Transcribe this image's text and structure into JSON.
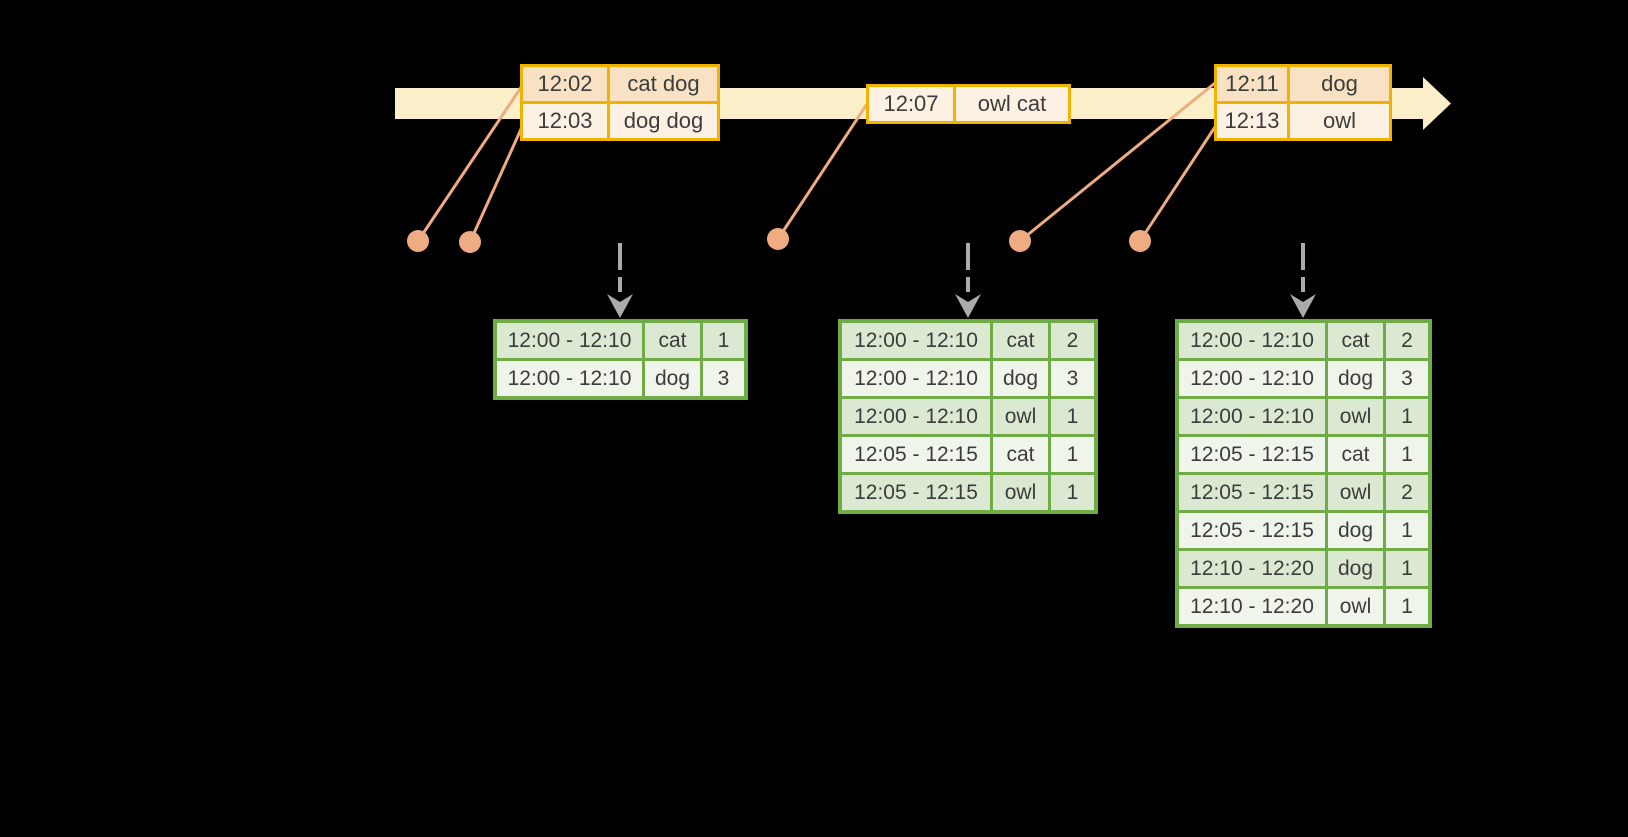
{
  "colors": {
    "background": "#000000",
    "timeline_fill": "#FBEFC9",
    "event_border": "#F2B200",
    "event_row_dark": "#F9E2C4",
    "event_row_light": "#FDF1E3",
    "connector_orange": "#EFAC82",
    "result_border": "#6FAC46",
    "result_row_dark": "#DCE9D2",
    "result_row_light": "#EFF5EB",
    "arrow_gray": "#ABABAB",
    "text": "#3C3C3C"
  },
  "graphics": {
    "timeline_arrow": "timeline-arrow",
    "event_dot": "event-dot",
    "event_connector": "event-connector-line",
    "trigger_arrow": "trigger-arrow-icon",
    "event_dot_count": 5,
    "trigger_arrow_count": 3
  },
  "event_tables": [
    {
      "rows": [
        {
          "time": "12:02",
          "words": "cat dog",
          "shade": "dark"
        },
        {
          "time": "12:03",
          "words": "dog dog",
          "shade": "light"
        }
      ]
    },
    {
      "rows": [
        {
          "time": "12:07",
          "words": "owl cat",
          "shade": "light"
        }
      ]
    },
    {
      "rows": [
        {
          "time": "12:11",
          "words": "dog",
          "shade": "dark"
        },
        {
          "time": "12:13",
          "words": "owl",
          "shade": "light"
        }
      ]
    }
  ],
  "result_tables": [
    {
      "rows": [
        {
          "window": "12:00 - 12:10",
          "word": "cat",
          "count": "1",
          "shade": "dark"
        },
        {
          "window": "12:00 - 12:10",
          "word": "dog",
          "count": "3",
          "shade": "light"
        }
      ]
    },
    {
      "rows": [
        {
          "window": "12:00 - 12:10",
          "word": "cat",
          "count": "2",
          "shade": "dark"
        },
        {
          "window": "12:00 - 12:10",
          "word": "dog",
          "count": "3",
          "shade": "light"
        },
        {
          "window": "12:00 - 12:10",
          "word": "owl",
          "count": "1",
          "shade": "dark"
        },
        {
          "window": "12:05 - 12:15",
          "word": "cat",
          "count": "1",
          "shade": "light"
        },
        {
          "window": "12:05 - 12:15",
          "word": "owl",
          "count": "1",
          "shade": "dark"
        }
      ]
    },
    {
      "rows": [
        {
          "window": "12:00 - 12:10",
          "word": "cat",
          "count": "2",
          "shade": "dark"
        },
        {
          "window": "12:00 - 12:10",
          "word": "dog",
          "count": "3",
          "shade": "light"
        },
        {
          "window": "12:00 - 12:10",
          "word": "owl",
          "count": "1",
          "shade": "dark"
        },
        {
          "window": "12:05 - 12:15",
          "word": "cat",
          "count": "1",
          "shade": "light"
        },
        {
          "window": "12:05 - 12:15",
          "word": "owl",
          "count": "2",
          "shade": "dark"
        },
        {
          "window": "12:05 - 12:15",
          "word": "dog",
          "count": "1",
          "shade": "light"
        },
        {
          "window": "12:10 - 12:20",
          "word": "dog",
          "count": "1",
          "shade": "dark"
        },
        {
          "window": "12:10 - 12:20",
          "word": "owl",
          "count": "1",
          "shade": "light"
        }
      ]
    }
  ]
}
